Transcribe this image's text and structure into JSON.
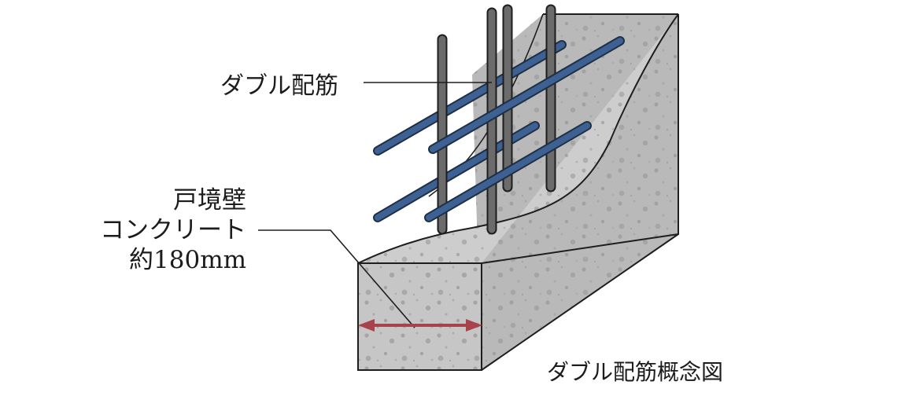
{
  "labels": {
    "double_rebar": "ダブル配筋",
    "wall_line1": "戸境壁",
    "wall_line2": "コンクリート",
    "wall_line3": "約180mm",
    "caption": "ダブル配筋概念図"
  },
  "colors": {
    "concrete": "#c9c9c9",
    "concrete_dark": "#b3b3b3",
    "outline": "#1e1e1e",
    "vertical_rebar": "#6b6b6b",
    "horizontal_rebar": "#3e6193",
    "dimension_arrow": "#a8434b"
  }
}
